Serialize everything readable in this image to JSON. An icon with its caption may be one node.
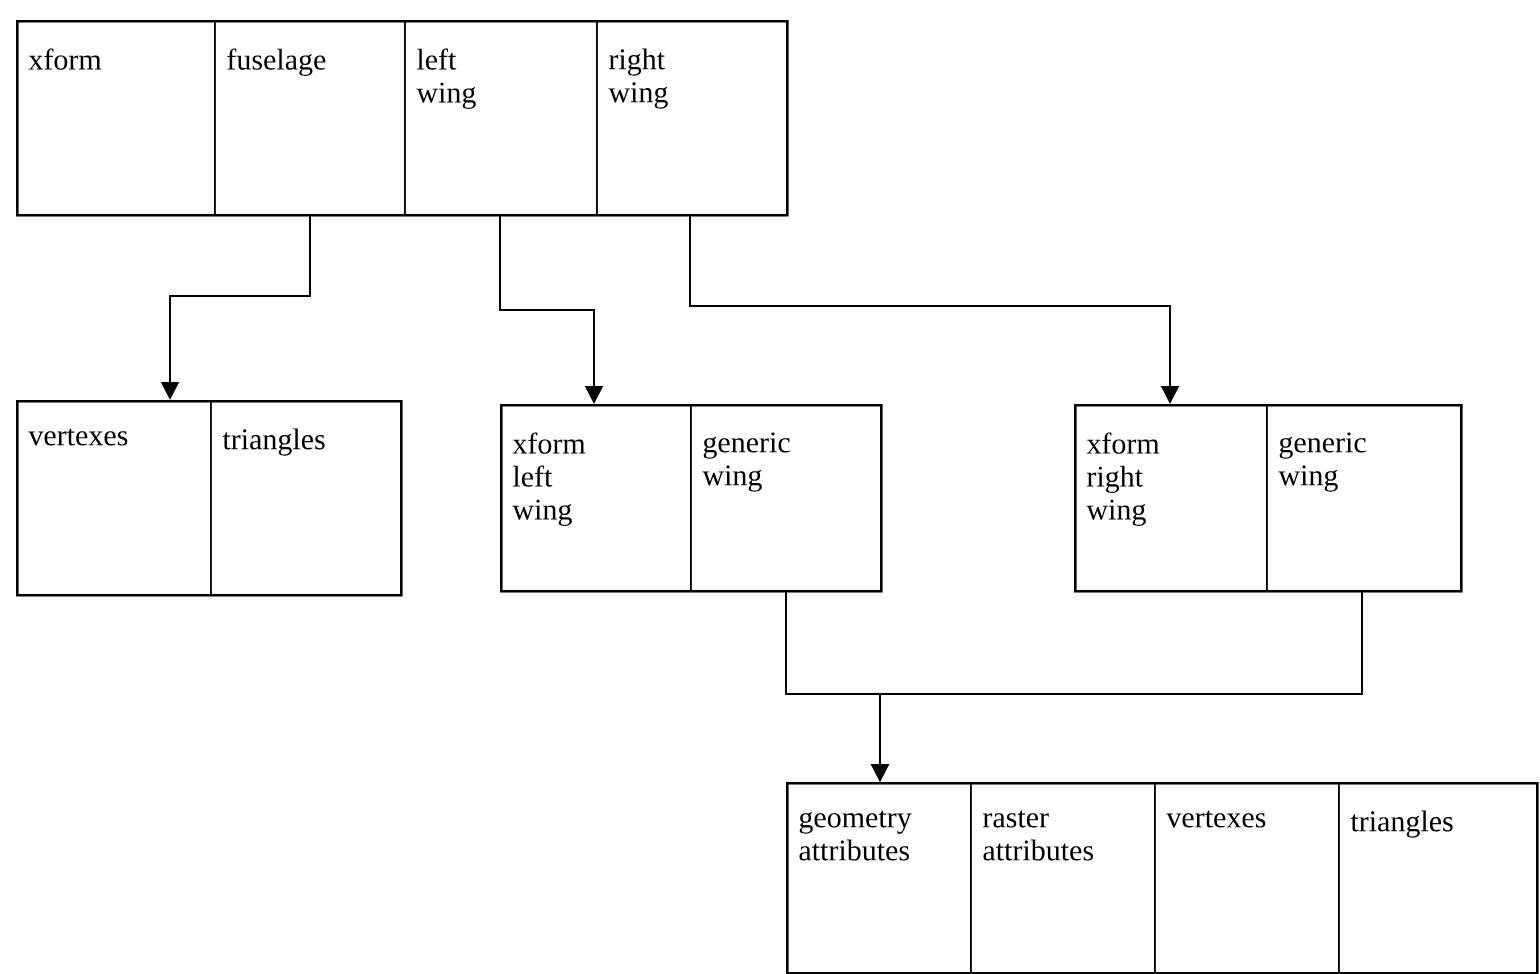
{
  "diagram": {
    "nodes": [
      {
        "text": [],
        "shape": "box"
      },
      {
        "text": [
          "xform"
        ],
        "in": 0
      },
      {
        "text": [
          "fuselage"
        ],
        "in": 0
      },
      {
        "text": [
          "left wing"
        ],
        "in": 0
      },
      {
        "text": [
          "right wing"
        ],
        "in": 0
      },
      {
        "text": [],
        "shape": "box"
      },
      {
        "text": [
          "vertexes"
        ],
        "in": 5
      },
      {
        "text": [
          "triangles"
        ],
        "in": 5
      },
      {
        "text": [],
        "shape": "box"
      },
      {
        "text": [
          "xform left wing"
        ],
        "in": 8
      },
      {
        "text": [
          "generic wing"
        ],
        "in": 8
      },
      {
        "text": [],
        "shape": "box"
      },
      {
        "text": [
          "xform right wing"
        ],
        "in": 11
      },
      {
        "text": [
          "generic wing"
        ],
        "in": 11
      },
      {
        "text": [],
        "shape": "box"
      },
      {
        "text": [
          "geometry attributes"
        ],
        "in": 14
      },
      {
        "text": [
          "raster attributes"
        ],
        "in": 14
      },
      {
        "text": [
          "vertexes"
        ],
        "in": 14
      },
      {
        "text": [
          "triangles"
        ],
        "in": 14
      }
    ],
    "edges": [
      {
        "from": 2,
        "to": 5,
        "arrow": "to"
      },
      {
        "from": 3,
        "to": 8,
        "arrow": "to"
      },
      {
        "from": 4,
        "to": 11,
        "arrow": "to"
      },
      {
        "from": 10,
        "to": 14,
        "arrow": "to"
      },
      {
        "from": 13,
        "to": 14,
        "arrow": "to"
      }
    ]
  }
}
